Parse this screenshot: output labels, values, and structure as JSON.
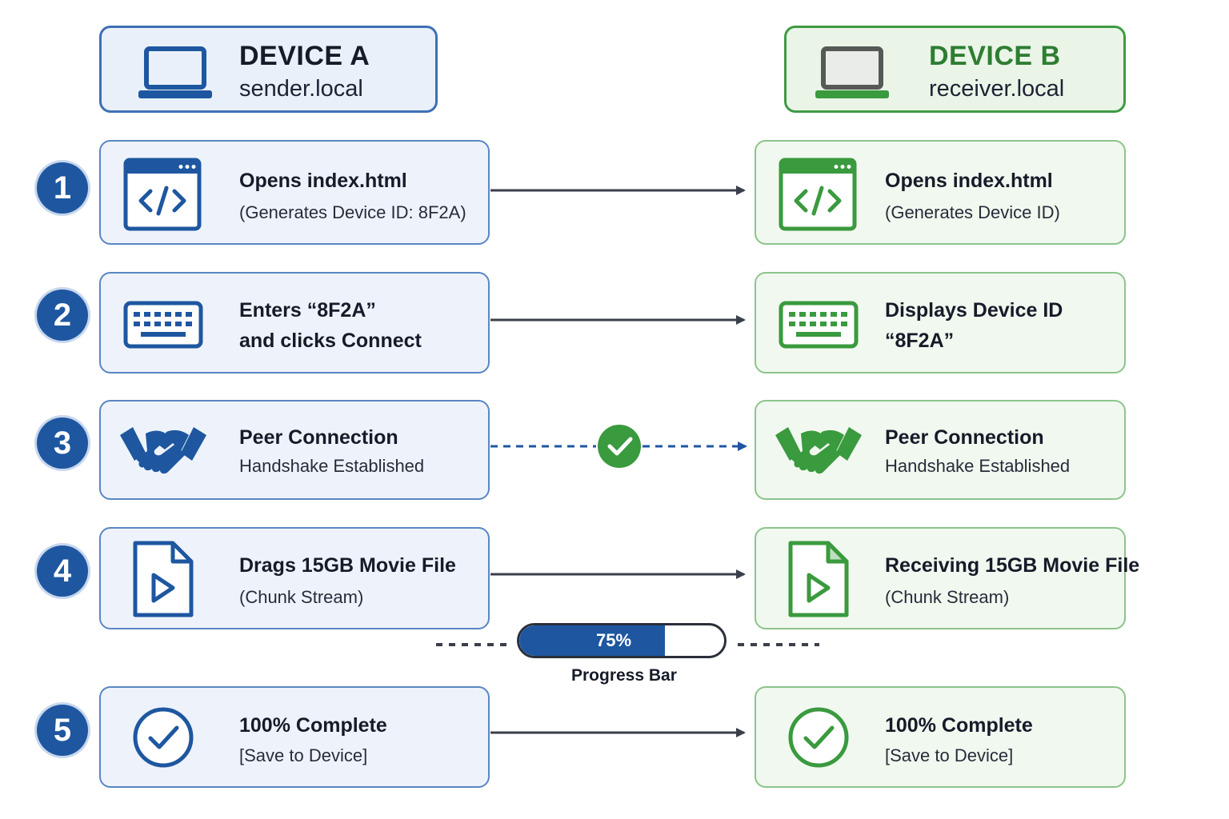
{
  "device_a": {
    "title": "DEVICE A",
    "host": "sender.local"
  },
  "device_b": {
    "title": "DEVICE B",
    "host": "receiver.local"
  },
  "steps": [
    {
      "number": "1",
      "a": {
        "line1": "Opens index.html",
        "line2": "(Generates Device ID: 8F2A)"
      },
      "b": {
        "line1": "Opens index.html",
        "line2": "(Generates Device ID)"
      }
    },
    {
      "number": "2",
      "a": {
        "line1": "Enters “8F2A”",
        "line2": "and clicks Connect"
      },
      "b": {
        "line1": "Displays Device ID",
        "line2": "“8F2A”"
      }
    },
    {
      "number": "3",
      "a": {
        "line1": "Peer Connection",
        "line2": "Handshake Established"
      },
      "b": {
        "line1": "Peer Connection",
        "line2": "Handshake Established"
      }
    },
    {
      "number": "4",
      "a": {
        "line1": "Drags 15GB Movie File",
        "line2": "(Chunk Stream)"
      },
      "b": {
        "line1": "Receiving 15GB Movie File",
        "line2": "(Chunk Stream)"
      }
    },
    {
      "number": "5",
      "a": {
        "line1": "100% Complete",
        "line2": "[Save to Device]"
      },
      "b": {
        "line1": "100% Complete",
        "line2": "[Save to Device]"
      }
    }
  ],
  "progress": {
    "label": "Progress Bar",
    "value_text": "75%",
    "fraction": 0.75
  },
  "icons": {
    "laptop_a": "laptop-icon",
    "laptop_b": "laptop-icon",
    "code": "code-window-icon",
    "keyboard": "keyboard-icon",
    "handshake": "handshake-icon",
    "video_file": "video-file-icon",
    "check": "check-circle-icon"
  },
  "colors": {
    "blue": "#1e57a0",
    "green": "#3a9a3e",
    "accent_light_blue": "#eef3fb",
    "accent_light_green": "#f1f8ef"
  }
}
